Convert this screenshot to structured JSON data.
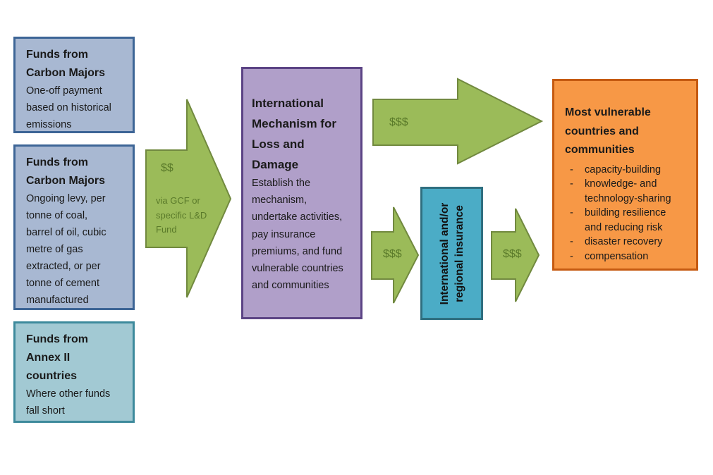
{
  "sources": [
    {
      "title": [
        "Funds from",
        "Carbon Majors"
      ],
      "body": [
        "One-off payment",
        "based on historical",
        "emissions"
      ]
    },
    {
      "title": [
        "Funds from",
        "Carbon Majors"
      ],
      "body": [
        "Ongoing levy, per",
        "tonne of coal,",
        "barrel of oil, cubic",
        "metre of gas",
        "extracted, or per",
        "tonne of cement",
        "manufactured"
      ]
    },
    {
      "title": [
        "Funds from",
        "Annex II",
        "countries"
      ],
      "body": [
        "Where other funds",
        "fall short"
      ]
    }
  ],
  "arrow_inbound": {
    "amount": "$$",
    "via": [
      "via GCF or",
      "specific L&D",
      "Fund"
    ]
  },
  "mechanism": {
    "title": [
      "International",
      "Mechanism for",
      "Loss and",
      "Damage"
    ],
    "body": [
      "Establish the",
      "mechanism,",
      "undertake activities,",
      "pay insurance",
      "premiums, and fund",
      "vulnerable countries",
      "and communities"
    ]
  },
  "arrow_to_recipients": {
    "amount": "$$$"
  },
  "arrow_to_insurance": {
    "amount": "$$$"
  },
  "arrow_from_insurance": {
    "amount": "$$$"
  },
  "insurance": {
    "lines": [
      "International and/or",
      "regional insurance"
    ]
  },
  "recipients": {
    "title": [
      "Most vulnerable",
      "countries and",
      "communities"
    ],
    "items": [
      [
        "capacity-building"
      ],
      [
        "knowledge- and",
        "technology-sharing"
      ],
      [
        "building resilience",
        "and reducing risk"
      ],
      [
        "disaster recovery"
      ],
      [
        "compensation"
      ]
    ]
  },
  "colors": {
    "arrow_fill": "#9bbb59",
    "arrow_stroke": "#71893f",
    "arrow_text": "#5a7a2a"
  }
}
